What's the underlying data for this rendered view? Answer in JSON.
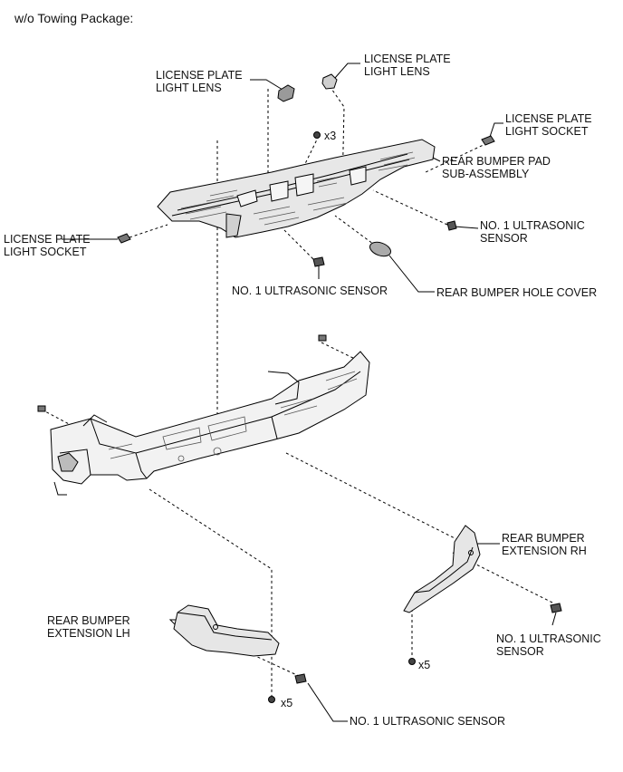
{
  "title": "w/o Towing Package:",
  "labels": {
    "lens_left": [
      "LICENSE PLATE",
      "LIGHT LENS"
    ],
    "lens_right": [
      "LICENSE PLATE",
      "LIGHT LENS"
    ],
    "socket_right": [
      "LICENSE PLATE",
      "LIGHT SOCKET"
    ],
    "socket_left": [
      "LICENSE PLATE",
      "LIGHT SOCKET"
    ],
    "pad": [
      "REAR BUMPER PAD",
      "SUB-ASSEMBLY"
    ],
    "sensor_right_upper": [
      "NO. 1 ULTRASONIC",
      "SENSOR"
    ],
    "sensor_center": "NO. 1 ULTRASONIC SENSOR",
    "hole_cover": "REAR BUMPER HOLE COVER",
    "ext_rh": [
      "REAR BUMPER",
      "EXTENSION RH"
    ],
    "ext_lh": [
      "REAR BUMPER",
      "EXTENSION LH"
    ],
    "sensor_rh_lower": [
      "NO. 1 ULTRASONIC",
      "SENSOR"
    ],
    "sensor_bottom": "NO. 1 ULTRASONIC SENSOR"
  },
  "quantities": {
    "screws_top": "x3",
    "screws_rh": "x5",
    "screws_lh": "x5"
  }
}
